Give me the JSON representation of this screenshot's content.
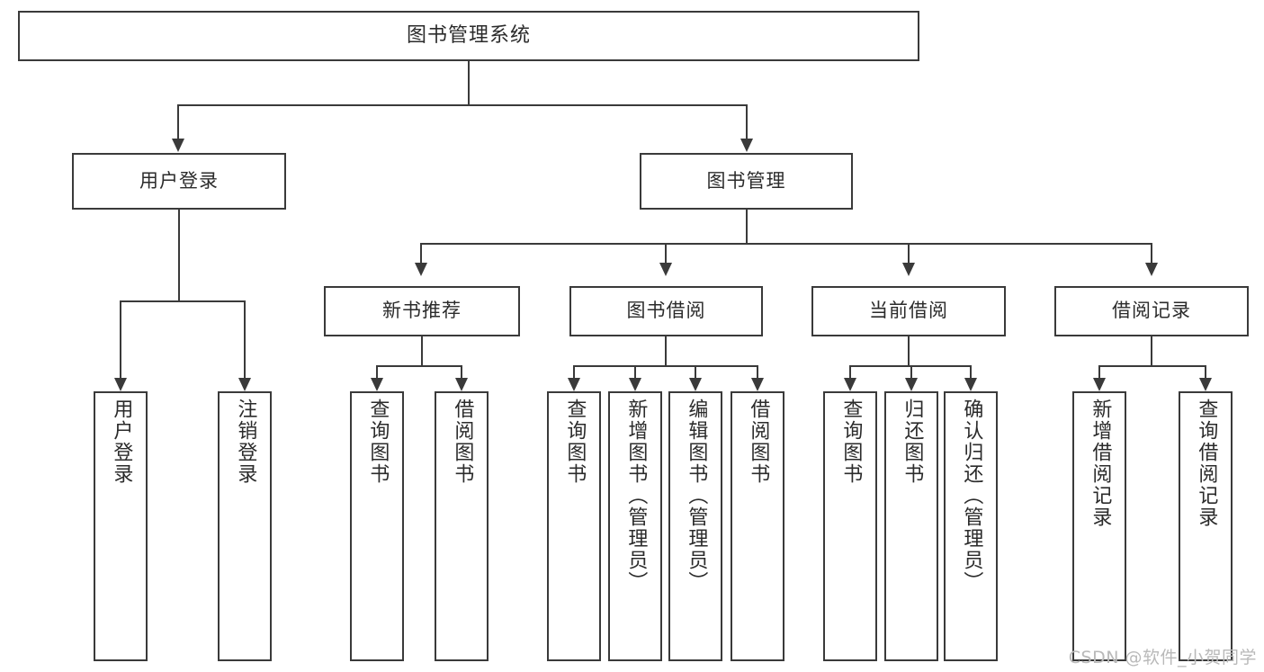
{
  "diagram": {
    "type": "tree-hierarchy",
    "title": "图书管理系统",
    "root": {
      "label": "图书管理系统"
    },
    "level1": [
      {
        "id": "user-login",
        "label": "用户登录"
      },
      {
        "id": "book-management",
        "label": "图书管理"
      }
    ],
    "level2": [
      {
        "id": "new-book-recommend",
        "label": "新书推荐",
        "parent": "book-management"
      },
      {
        "id": "book-borrow",
        "label": "图书借阅",
        "parent": "book-management"
      },
      {
        "id": "current-borrow",
        "label": "当前借阅",
        "parent": "book-management"
      },
      {
        "id": "borrow-record",
        "label": "借阅记录",
        "parent": "book-management"
      }
    ],
    "leaves": {
      "user-login": [
        {
          "id": "leaf-user-login",
          "label": "用户登录"
        },
        {
          "id": "leaf-logout-login",
          "label": "注销登录"
        }
      ],
      "new-book-recommend": [
        {
          "id": "leaf-query-book-1",
          "label": "查询图书"
        },
        {
          "id": "leaf-borrow-book-1",
          "label": "借阅图书"
        }
      ],
      "book-borrow": [
        {
          "id": "leaf-query-book-2",
          "label": "查询图书"
        },
        {
          "id": "leaf-add-book",
          "label": "新增图书（管理员）"
        },
        {
          "id": "leaf-edit-book",
          "label": "编辑图书（管理员）"
        },
        {
          "id": "leaf-borrow-book-2",
          "label": "借阅图书"
        }
      ],
      "current-borrow": [
        {
          "id": "leaf-query-book-3",
          "label": "查询图书"
        },
        {
          "id": "leaf-return-book",
          "label": "归还图书"
        },
        {
          "id": "leaf-confirm-return",
          "label": "确认归还（管理员）"
        }
      ],
      "borrow-record": [
        {
          "id": "leaf-add-record",
          "label": "新增借阅记录"
        },
        {
          "id": "leaf-query-record",
          "label": "查询借阅记录"
        }
      ]
    }
  },
  "watermark": {
    "text": "CSDN @软件_小贺同学"
  },
  "colors": {
    "stroke": "#3a3a3a",
    "text": "#2b2b2b",
    "background": "#ffffff",
    "watermark": "#b9b9b9"
  }
}
